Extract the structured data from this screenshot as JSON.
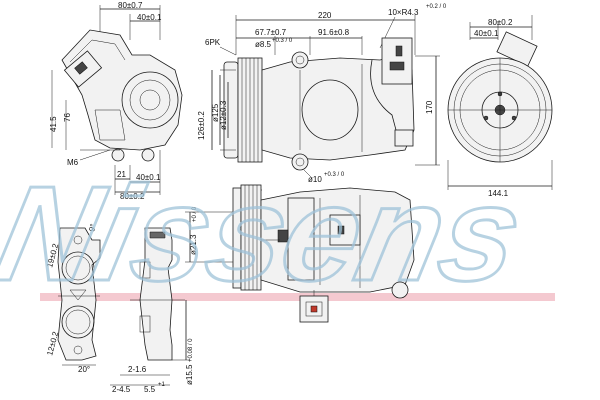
{
  "watermark": {
    "text": "Nissens",
    "color": "#9fc3d9"
  },
  "stripe": {
    "color": "#f4c9d0"
  },
  "dims": {
    "top_left_80": "80±0.7",
    "top_left_40": "40±0.1",
    "left_41_5": "41.5",
    "left_76": "76",
    "m6": "M6",
    "d21": "21",
    "d40b": "40±0.1",
    "d80b": "80±0.2",
    "d220": "220",
    "d10xr": "10×R4.3",
    "d10xr_tol": "+0.2 / 0",
    "pk": "6PK",
    "d67": "67.7±0.7",
    "d91": "91.6±0.8",
    "d8_5": "ø8.5",
    "d8_5_tol": "+0.3 / 0",
    "d126": "126±0.2",
    "d125": "ø125",
    "d12": "ø12±0.3",
    "d170": "170",
    "d10": "ø10",
    "d10_tol": "+0.3 / 0",
    "r80": "80±0.2",
    "r40": "40±0.1",
    "r144": "144.1",
    "d21_3": "ø21.3",
    "d21_3_tol": "+0 / 0",
    "d19": "19±0.2",
    "d9": "9°",
    "d15_5": "ø15.5",
    "d15_5_tol": "+0.08 / 0",
    "d2_16": "2-1.6",
    "d2_45": "2-4.5",
    "d5_5": "5.5",
    "d5_5_tol": "+1",
    "d20": "20°",
    "d12_b": "12±0.2"
  }
}
